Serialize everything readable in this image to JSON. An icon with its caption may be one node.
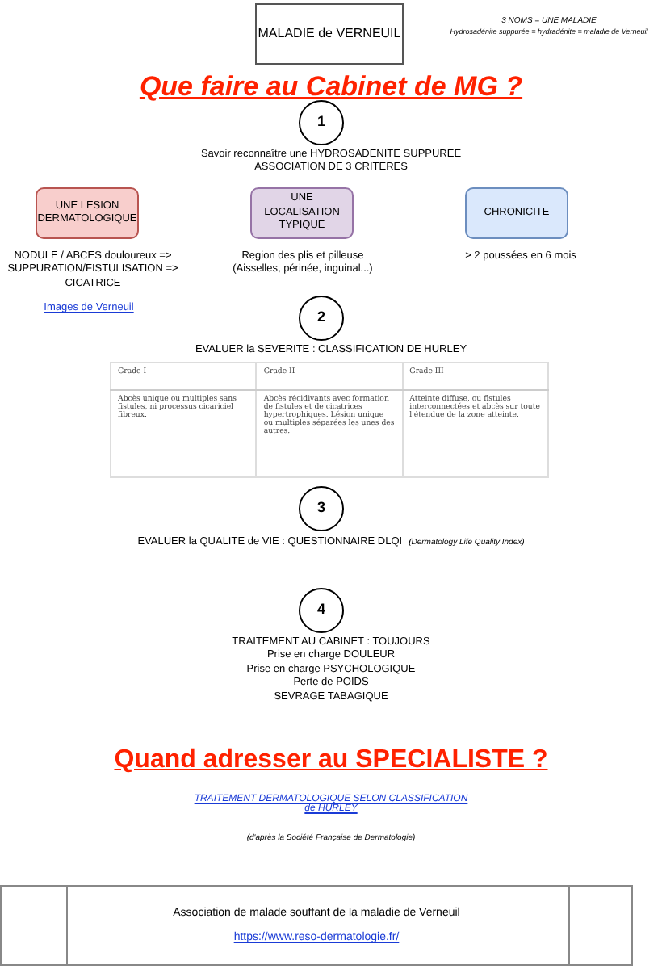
{
  "diagram": {
    "title": "Que faire au Cabinet de MG ?",
    "nodes": [
      {
        "text": [
          "MALADIE de VERNEUIL"
        ]
      },
      {
        "text": [
          "1"
        ],
        "beside": [
          "Savoir reconnaître une HYDROSADENITE SUPPUREE",
          "ASSOCIATION DE 3 CRITERES"
        ]
      },
      {
        "text": [
          "UNE LESION DERMATOLOGIQUE"
        ],
        "beside": [
          "NODULE / ABCES douloureux => SUPPURATION/FISTULISATION => CICATRICE"
        ]
      },
      {
        "text": [
          "UNE LOCALISATION TYPIQUE"
        ],
        "beside": [
          "Region des plis et pilleuse",
          "(Aisselles, périnée, inguinal...)"
        ]
      },
      {
        "text": [
          "CHRONICITE"
        ],
        "beside": [
          "> 2 poussées en 6 mois"
        ]
      },
      {
        "text": [
          "2"
        ],
        "beside": [
          "EVALUER la SEVERITE : CLASSIFICATION DE HURLEY"
        ]
      },
      {
        "text": [
          "3"
        ],
        "beside": [
          "EVALUER la QUALITE de VIE : QUESTIONNAIRE DLQI",
          "(Dermatology Life Quality Index)"
        ]
      },
      {
        "text": [
          "4"
        ],
        "beside": [
          "TRAITEMENT AU CABINET : TOUJOURS",
          "Prise en charge DOULEUR",
          "Prise en charge PSYCHOLOGIQUE",
          "Perte de POIDS",
          "SEVRAGE TABAGIQUE"
        ]
      },
      {
        "text": [
          "Association de malade souffant de la maladie de Verneuil",
          "https://www.reso-dermatologie.fr/"
        ]
      }
    ],
    "labels": [
      "3 NOMS = UNE MALADIE",
      "Hydrosadénite suppurée = hydradénite = maladie de Verneuil",
      "Images de Verneuil",
      "Grade I",
      "Grade II",
      "Grade III",
      "Abcès unique ou multiples sans fistules, ni processus cicariciel fibreux.",
      "Abcès récidivants avec formation de fistules et de cicatrices hypertrophiques. Lésion unique ou multiples séparées les unes des autres.",
      "Atteinte diffuse, ou fistules interconnectées et abcès sur toute l'étendue de la zone atteinte.",
      "Quand adresser au SPECIALISTE ?",
      "TRAITEMENT DERMATOLOGIQUE SELON CLASSIFICATION de HURLEY",
      "(d'après la Société Française de Dermatologie)"
    ]
  }
}
